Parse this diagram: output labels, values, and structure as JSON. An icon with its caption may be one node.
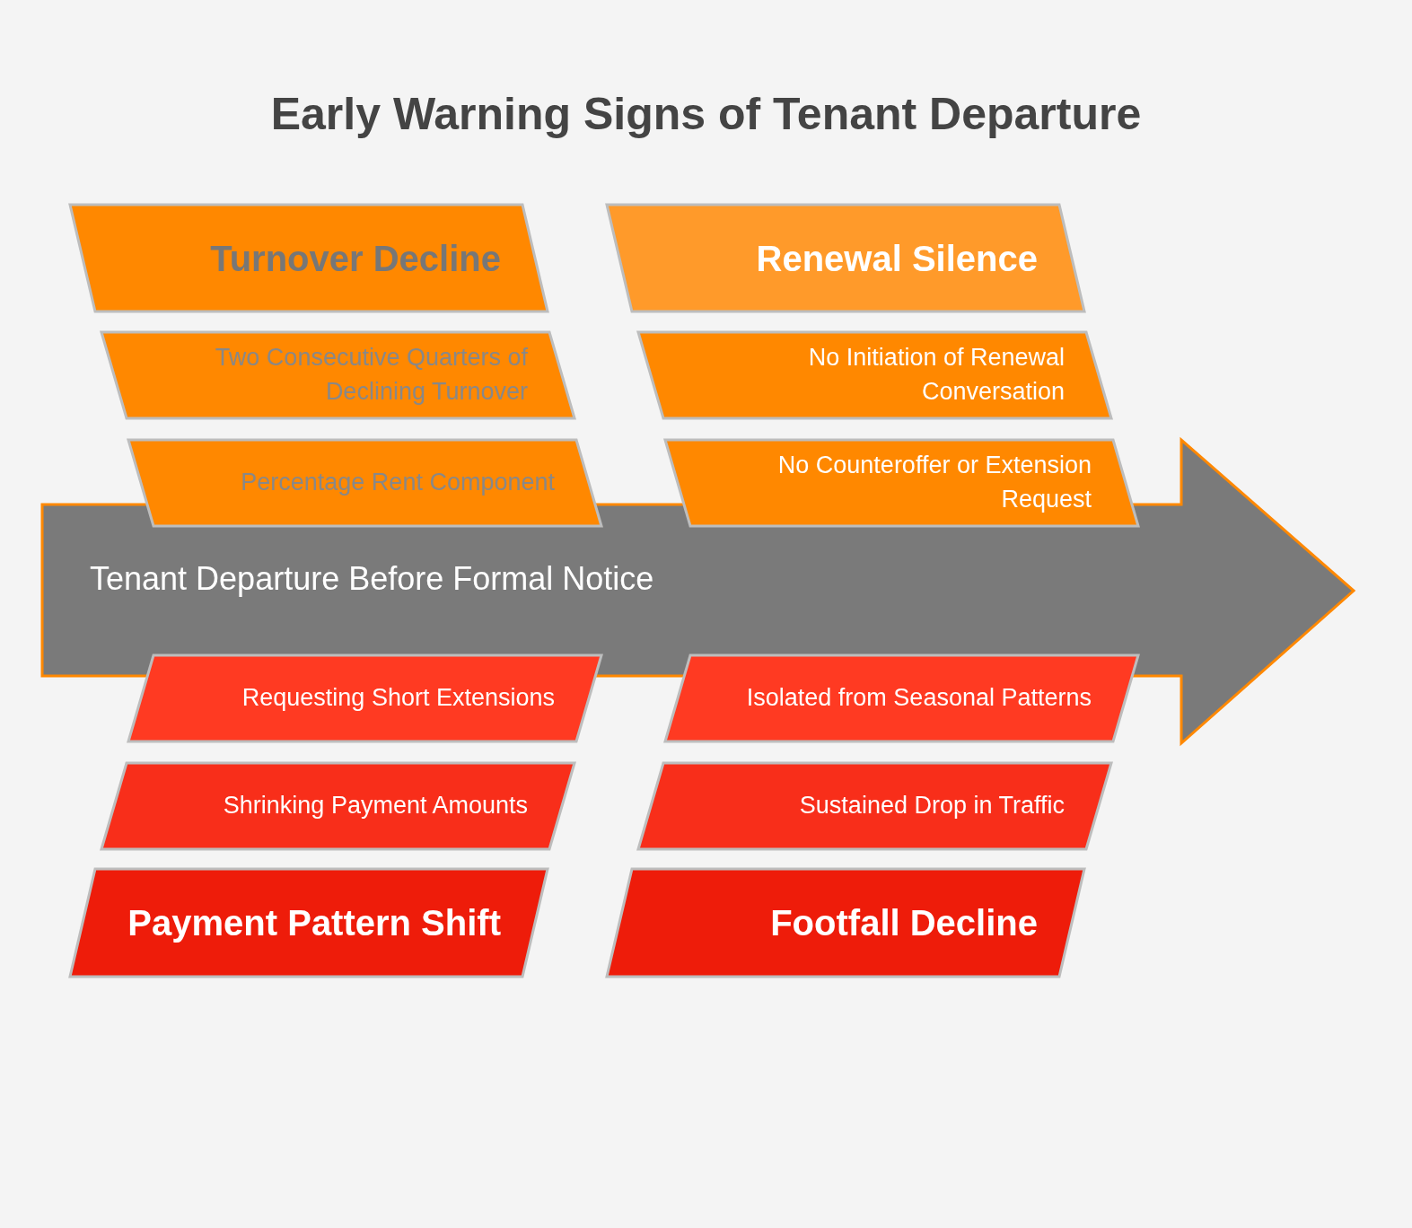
{
  "diagram": {
    "title": "Early Warning Signs of Tenant Departure",
    "nodes": [
      {
        "text": [
          "Turnover Decline"
        ]
      },
      {
        "text": [
          "Renewal Silence"
        ]
      },
      {
        "text": [
          "Two Consecutive Quarters of Declining Turnover"
        ]
      },
      {
        "text": [
          "No Initiation of Renewal Conversation"
        ]
      },
      {
        "text": [
          "Percentage Rent Component"
        ]
      },
      {
        "text": [
          "No Counteroffer or Extension Request"
        ]
      },
      {
        "text": [
          "Tenant Departure Before Formal Notice"
        ]
      },
      {
        "text": [
          "Requesting Short Extensions"
        ]
      },
      {
        "text": [
          "Isolated from Seasonal Patterns"
        ]
      },
      {
        "text": [
          "Shrinking Payment Amounts"
        ]
      },
      {
        "text": [
          "Sustained Drop in Traffic"
        ]
      },
      {
        "text": [
          "Payment Pattern Shift"
        ]
      },
      {
        "text": [
          "Footfall Decline"
        ]
      }
    ],
    "edges": []
  }
}
